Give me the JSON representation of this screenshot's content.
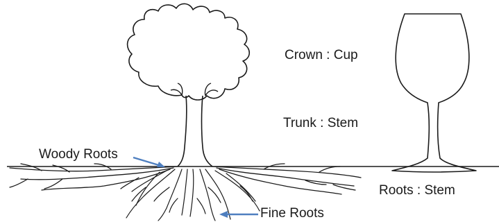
{
  "labels": {
    "crown_cup": "Crown : Cup",
    "trunk_stem": "Trunk : Stem",
    "woody_roots": "Woody Roots",
    "roots_stem": "Roots : Stem",
    "fine_roots": "Fine Roots"
  },
  "colors": {
    "line": "#1a1a1a",
    "arrow": "#4f7fbf"
  }
}
